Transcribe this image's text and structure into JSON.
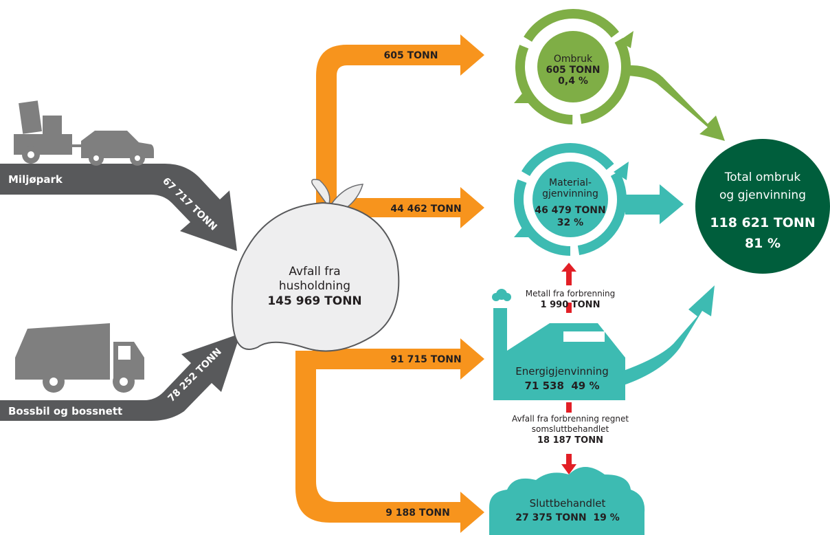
{
  "sources": {
    "miljopark": {
      "label": "Miljøpark",
      "amount": "67 717 TONN"
    },
    "bossbil": {
      "label": "Bossbil og bossnett",
      "amount": "78 252 TONN"
    }
  },
  "household": {
    "line1": "Avfall fra",
    "line2": "husholdning",
    "amount": "145 969 TONN"
  },
  "flows": {
    "ombruk": "605 TONN",
    "material": "44 462 TONN",
    "energy": "91 715 TONN",
    "final": "9 188 TONN"
  },
  "ombruk": {
    "label": "Ombruk",
    "amount": "605 TONN",
    "percent": "0,4 %"
  },
  "material": {
    "label1": "Material-",
    "label2": "gjenvinning",
    "amount": "46 479 TONN",
    "percent": "32 %"
  },
  "metal": {
    "label": "Metall fra forbrenning",
    "amount": "1 990 TONN"
  },
  "energy": {
    "label": "Energigjenvinning",
    "amount": "71 538  49 %"
  },
  "residue": {
    "line1": "Avfall fra forbrenning regnet",
    "line2": "somsluttbehandlet",
    "amount": "18 187 TONN"
  },
  "final": {
    "label": "Sluttbehandlet",
    "amount": "27 375 TONN  19 %"
  },
  "total": {
    "line1": "Total ombruk",
    "line2": "og gjenvinning",
    "amount": "118 621 TONN",
    "percent": "81 %"
  },
  "colors": {
    "orange": "#f7941d",
    "green": "#7fae46",
    "teal": "#3dbbb2",
    "darkgreen": "#005e3c",
    "gray": "#7f7f7f",
    "darkgray": "#58595b",
    "red": "#e21f26"
  }
}
